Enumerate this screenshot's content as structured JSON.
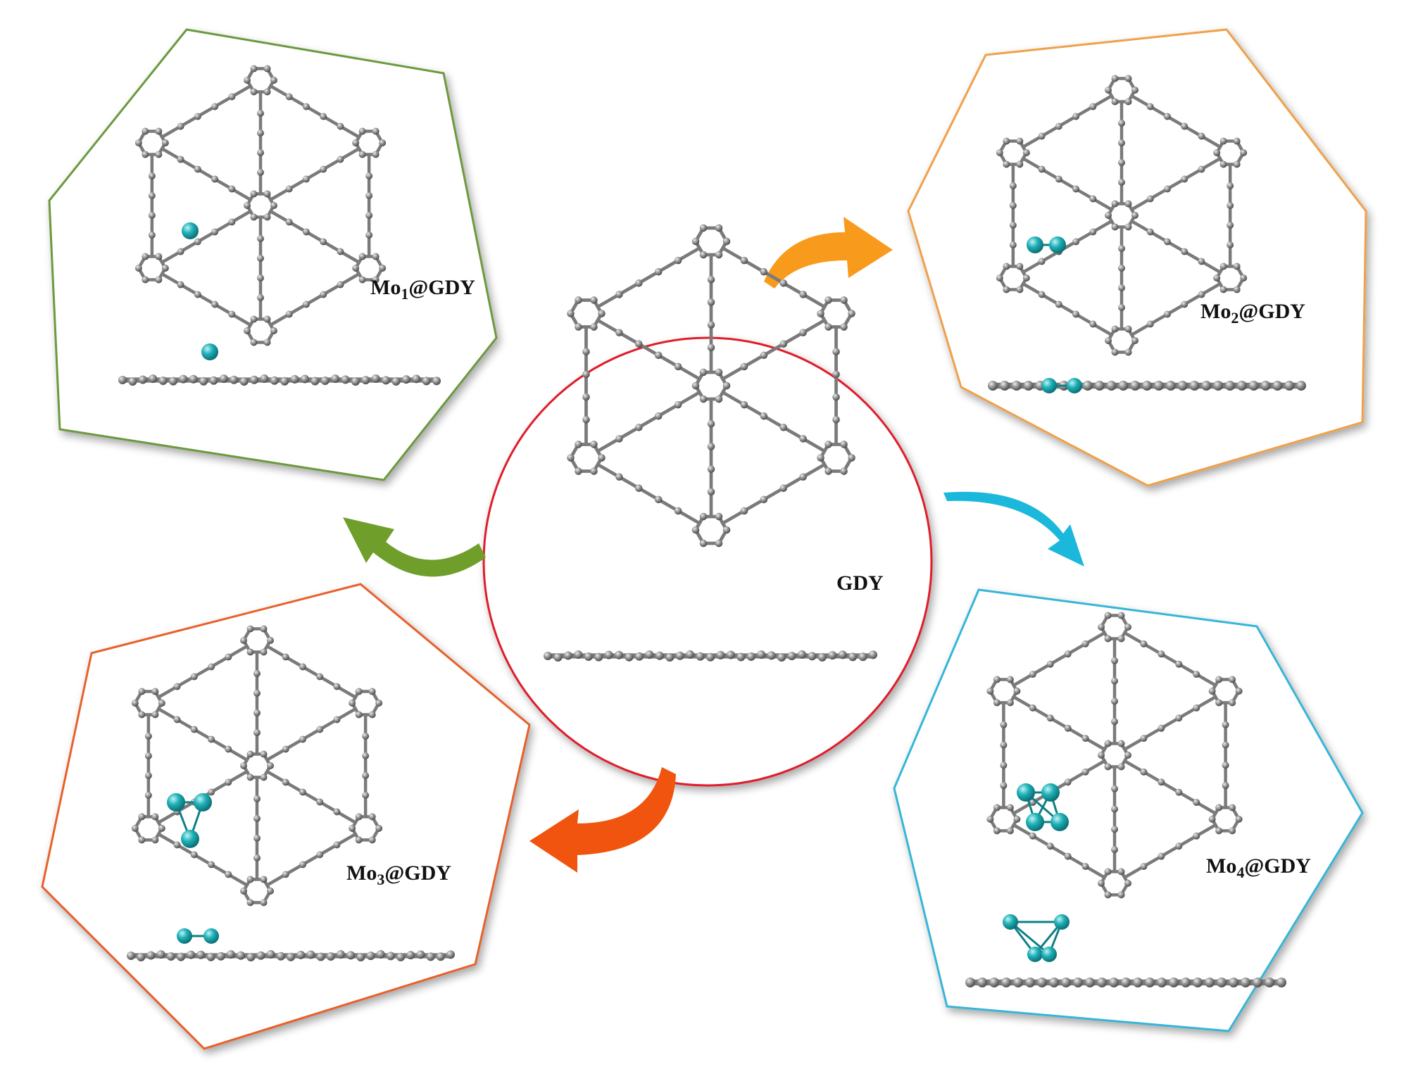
{
  "colors": {
    "carbon": "#8c8c8c",
    "carbon_dark": "#555555",
    "bond": "#7a7a7a",
    "molybdenum": "#1fb1b8",
    "molybdenum_dark": "#0e7f86",
    "mo1_frame": "#6a9a3c",
    "mo2_frame": "#f0a04a",
    "mo3_frame": "#e8602c",
    "mo4_frame": "#35b5d8",
    "center_frame": "#e01e2a",
    "arrow_green": "#6f9e2a",
    "arrow_orange": "#f89b1d",
    "arrow_red": "#f0540e",
    "arrow_cyan": "#1cb8dc"
  },
  "icons": {
    "carbon_atom": "grey-sphere-icon",
    "mo_atom": "teal-sphere-icon",
    "arrow": "curved-arrow-icon"
  },
  "center": {
    "label": "GDY",
    "mo_atoms": 0
  },
  "panels": [
    {
      "id": "mo1",
      "label_main": "Mo",
      "label_sub": "1",
      "label_rest": "@GDY",
      "mo_atoms": 1
    },
    {
      "id": "mo2",
      "label_main": "Mo",
      "label_sub": "2",
      "label_rest": "@GDY",
      "mo_atoms": 2
    },
    {
      "id": "mo3",
      "label_main": "Mo",
      "label_sub": "3",
      "label_rest": "@GDY",
      "mo_atoms": 3
    },
    {
      "id": "mo4",
      "label_main": "Mo",
      "label_sub": "4",
      "label_rest": "@GDY",
      "mo_atoms": 4
    }
  ]
}
